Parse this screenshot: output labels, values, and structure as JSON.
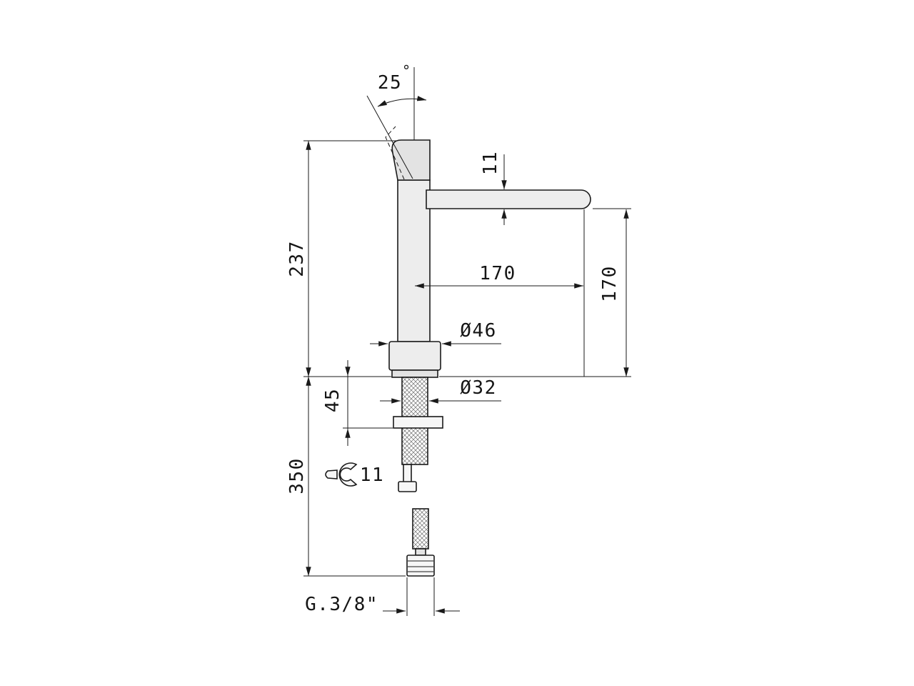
{
  "canvas": {
    "background": "#ffffff",
    "line_color": "#1a1a1a"
  },
  "dimensions": {
    "angle": "25",
    "angle_degree_sign": "°",
    "spout_thickness": "11",
    "body_height": "237",
    "spout_reach": "170",
    "spout_height": "170",
    "base_diameter": "Ø46",
    "shank_diameter": "Ø32",
    "deck_thickness": "45",
    "overall_height": "350",
    "wrench_size": "11",
    "thread": "G.3/8\""
  }
}
